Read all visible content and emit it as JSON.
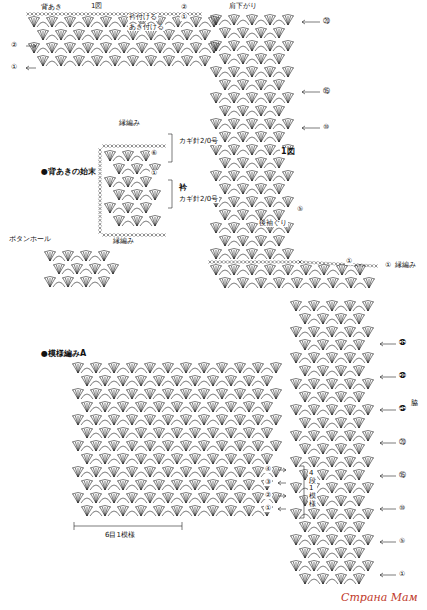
{
  "diagram": {
    "labels": [
      "背あき",
      "1図",
      "衿付ける",
      "あき付ける",
      "②",
      "①",
      "肩下がり",
      "②",
      "①",
      "⑳",
      "⑮",
      "⑩",
      "1図",
      "⑤",
      "後袖ぐり",
      "●背あきの始末",
      "縁編み",
      "⑥",
      "カギ針2/0号",
      "衿",
      "①",
      "カギ針2/0号",
      "縁編み",
      "ボタンホール",
      "①",
      "①",
      "縁編み",
      "脇",
      "㉟",
      "㉚",
      "㉕",
      "⑳",
      "⑮",
      "⑩",
      "⑤",
      "①",
      "●模様編みA",
      "④",
      "③",
      "②",
      "①",
      "4段1模様",
      "6目1模様",
      "Страна Мам"
    ]
  }
}
